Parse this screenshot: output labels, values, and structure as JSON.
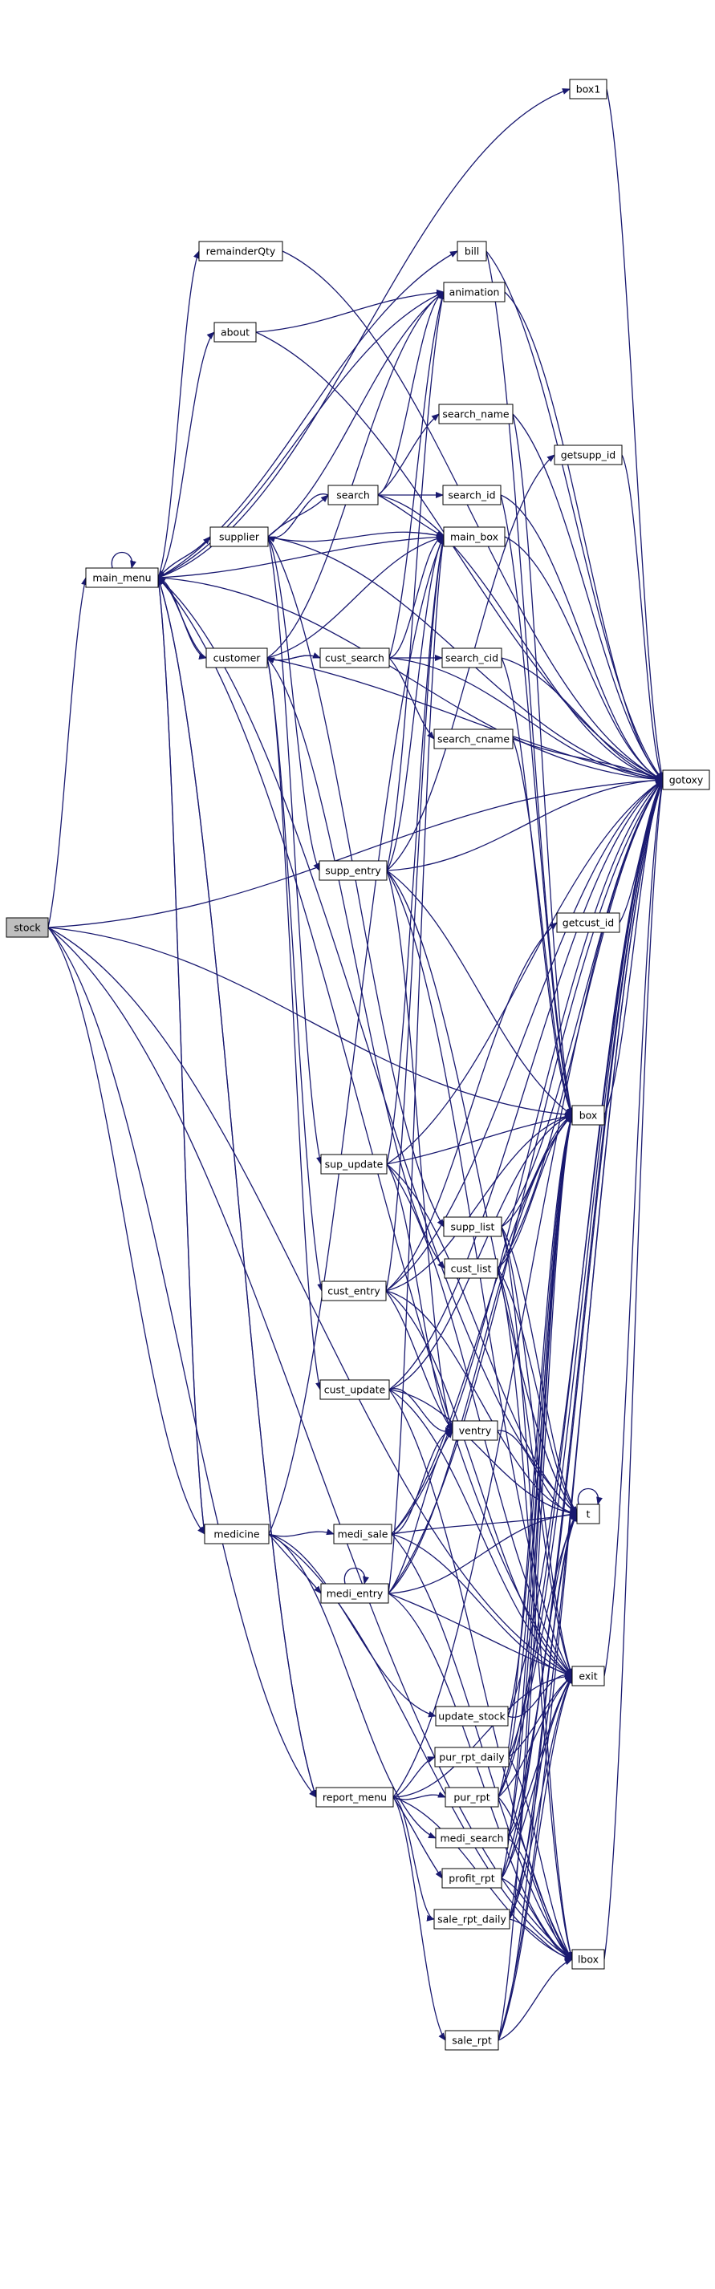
{
  "nodes": {
    "stock": "stock",
    "main_menu": "main_menu",
    "remainderQty": "remainderQty",
    "about": "about",
    "supplier": "supplier",
    "customer": "customer",
    "medicine": "medicine",
    "report_menu": "report_menu",
    "search": "search",
    "cust_search": "cust_search",
    "supp_entry": "supp_entry",
    "sup_update": "sup_update",
    "cust_entry": "cust_entry",
    "cust_update": "cust_update",
    "medi_sale": "medi_sale",
    "medi_entry": "medi_entry",
    "box1": "box1",
    "bill": "bill",
    "animation": "animation",
    "search_name": "search_name",
    "getsupp_id": "getsupp_id",
    "search_id": "search_id",
    "main_box": "main_box",
    "search_cid": "search_cid",
    "search_cname": "search_cname",
    "gotoxy": "gotoxy",
    "getcust_id": "getcust_id",
    "box": "box",
    "supp_list": "supp_list",
    "cust_list": "cust_list",
    "ventry": "ventry",
    "t": "t",
    "exit": "exit",
    "update_stock": "update_stock",
    "pur_rpt_daily": "pur_rpt_daily",
    "pur_rpt": "pur_rpt",
    "medi_search": "medi_search",
    "profit_rpt": "profit_rpt",
    "sale_rpt_daily": "sale_rpt_daily",
    "lbox": "lbox",
    "sale_rpt": "sale_rpt"
  },
  "edges": [
    [
      "stock",
      "main_menu"
    ],
    [
      "stock",
      "box"
    ],
    [
      "stock",
      "exit"
    ],
    [
      "stock",
      "gotoxy"
    ],
    [
      "stock",
      "lbox"
    ],
    [
      "stock",
      "medicine"
    ],
    [
      "stock",
      "report_menu"
    ],
    [
      "main_menu",
      "main_menu"
    ],
    [
      "main_menu",
      "remainderQty"
    ],
    [
      "main_menu",
      "about"
    ],
    [
      "main_menu",
      "supplier"
    ],
    [
      "main_menu",
      "customer"
    ],
    [
      "main_menu",
      "medicine"
    ],
    [
      "main_menu",
      "report_menu"
    ],
    [
      "main_menu",
      "box1"
    ],
    [
      "main_menu",
      "bill"
    ],
    [
      "main_menu",
      "animation"
    ],
    [
      "main_menu",
      "main_box"
    ],
    [
      "main_menu",
      "t"
    ],
    [
      "main_menu",
      "exit"
    ],
    [
      "main_menu",
      "gotoxy"
    ],
    [
      "remainderQty",
      "gotoxy"
    ],
    [
      "about",
      "animation"
    ],
    [
      "about",
      "gotoxy"
    ],
    [
      "supplier",
      "main_menu"
    ],
    [
      "supplier",
      "search"
    ],
    [
      "supplier",
      "supp_entry"
    ],
    [
      "supplier",
      "sup_update"
    ],
    [
      "supplier",
      "supp_list"
    ],
    [
      "supplier",
      "main_box"
    ],
    [
      "supplier",
      "animation"
    ],
    [
      "supplier",
      "gotoxy"
    ],
    [
      "customer",
      "main_menu"
    ],
    [
      "customer",
      "cust_search"
    ],
    [
      "customer",
      "cust_entry"
    ],
    [
      "customer",
      "cust_update"
    ],
    [
      "customer",
      "cust_list"
    ],
    [
      "customer",
      "main_box"
    ],
    [
      "customer",
      "animation"
    ],
    [
      "customer",
      "gotoxy"
    ],
    [
      "search",
      "supplier"
    ],
    [
      "search",
      "search_name"
    ],
    [
      "search",
      "search_id"
    ],
    [
      "search",
      "main_box"
    ],
    [
      "search",
      "animation"
    ],
    [
      "search",
      "gotoxy"
    ],
    [
      "cust_search",
      "customer"
    ],
    [
      "cust_search",
      "search_cid"
    ],
    [
      "cust_search",
      "search_cname"
    ],
    [
      "cust_search",
      "main_box"
    ],
    [
      "cust_search",
      "animation"
    ],
    [
      "cust_search",
      "gotoxy"
    ],
    [
      "search_name",
      "box"
    ],
    [
      "search_name",
      "gotoxy"
    ],
    [
      "search_id",
      "box"
    ],
    [
      "search_id",
      "gotoxy"
    ],
    [
      "search_cid",
      "box"
    ],
    [
      "search_cid",
      "gotoxy"
    ],
    [
      "search_cname",
      "box"
    ],
    [
      "search_cname",
      "gotoxy"
    ],
    [
      "getsupp_id",
      "gotoxy"
    ],
    [
      "getcust_id",
      "gotoxy"
    ],
    [
      "box1",
      "gotoxy"
    ],
    [
      "bill",
      "gotoxy"
    ],
    [
      "bill",
      "box"
    ],
    [
      "animation",
      "gotoxy"
    ],
    [
      "main_box",
      "gotoxy"
    ],
    [
      "box",
      "gotoxy"
    ],
    [
      "supp_entry",
      "getsupp_id"
    ],
    [
      "supp_entry",
      "box"
    ],
    [
      "supp_entry",
      "ventry"
    ],
    [
      "supp_entry",
      "t"
    ],
    [
      "supp_entry",
      "exit"
    ],
    [
      "supp_entry",
      "gotoxy"
    ],
    [
      "supp_entry",
      "main_box"
    ],
    [
      "supp_entry",
      "animation"
    ],
    [
      "sup_update",
      "box"
    ],
    [
      "sup_update",
      "ventry"
    ],
    [
      "sup_update",
      "t"
    ],
    [
      "sup_update",
      "exit"
    ],
    [
      "sup_update",
      "gotoxy"
    ],
    [
      "sup_update",
      "main_box"
    ],
    [
      "supp_list",
      "box"
    ],
    [
      "supp_list",
      "t"
    ],
    [
      "supp_list",
      "exit"
    ],
    [
      "supp_list",
      "gotoxy"
    ],
    [
      "supp_list",
      "lbox"
    ],
    [
      "cust_list",
      "box"
    ],
    [
      "cust_list",
      "t"
    ],
    [
      "cust_list",
      "exit"
    ],
    [
      "cust_list",
      "gotoxy"
    ],
    [
      "cust_list",
      "lbox"
    ],
    [
      "cust_entry",
      "getcust_id"
    ],
    [
      "cust_entry",
      "box"
    ],
    [
      "cust_entry",
      "ventry"
    ],
    [
      "cust_entry",
      "t"
    ],
    [
      "cust_entry",
      "exit"
    ],
    [
      "cust_entry",
      "gotoxy"
    ],
    [
      "cust_entry",
      "main_box"
    ],
    [
      "cust_update",
      "box"
    ],
    [
      "cust_update",
      "ventry"
    ],
    [
      "cust_update",
      "t"
    ],
    [
      "cust_update",
      "exit"
    ],
    [
      "cust_update",
      "gotoxy"
    ],
    [
      "cust_update",
      "lbox"
    ],
    [
      "ventry",
      "t"
    ],
    [
      "t",
      "t"
    ],
    [
      "medicine",
      "main_menu"
    ],
    [
      "medicine",
      "medi_sale"
    ],
    [
      "medicine",
      "medi_entry"
    ],
    [
      "medicine",
      "medi_search"
    ],
    [
      "medicine",
      "update_stock"
    ],
    [
      "medicine",
      "main_box"
    ],
    [
      "medicine",
      "lbox"
    ],
    [
      "medi_sale",
      "ventry"
    ],
    [
      "medi_sale",
      "box"
    ],
    [
      "medi_sale",
      "t"
    ],
    [
      "medi_sale",
      "exit"
    ],
    [
      "medi_sale",
      "gotoxy"
    ],
    [
      "medi_sale",
      "lbox"
    ],
    [
      "medi_entry",
      "medi_entry"
    ],
    [
      "medi_entry",
      "ventry"
    ],
    [
      "medi_entry",
      "box"
    ],
    [
      "medi_entry",
      "t"
    ],
    [
      "medi_entry",
      "exit"
    ],
    [
      "medi_entry",
      "gotoxy"
    ],
    [
      "medi_entry",
      "lbox"
    ],
    [
      "medi_entry",
      "main_box"
    ],
    [
      "update_stock",
      "box"
    ],
    [
      "update_stock",
      "exit"
    ],
    [
      "update_stock",
      "gotoxy"
    ],
    [
      "report_menu",
      "main_menu"
    ],
    [
      "report_menu",
      "pur_rpt_daily"
    ],
    [
      "report_menu",
      "pur_rpt"
    ],
    [
      "report_menu",
      "profit_rpt"
    ],
    [
      "report_menu",
      "sale_rpt_daily"
    ],
    [
      "report_menu",
      "sale_rpt"
    ],
    [
      "report_menu",
      "lbox"
    ],
    [
      "report_menu",
      "gotoxy"
    ],
    [
      "report_menu",
      "exit"
    ],
    [
      "pur_rpt_daily",
      "box"
    ],
    [
      "pur_rpt_daily",
      "exit"
    ],
    [
      "pur_rpt_daily",
      "gotoxy"
    ],
    [
      "pur_rpt_daily",
      "lbox"
    ],
    [
      "pur_rpt",
      "box"
    ],
    [
      "pur_rpt",
      "t"
    ],
    [
      "pur_rpt",
      "exit"
    ],
    [
      "pur_rpt",
      "gotoxy"
    ],
    [
      "pur_rpt",
      "lbox"
    ],
    [
      "medi_search",
      "box"
    ],
    [
      "medi_search",
      "exit"
    ],
    [
      "medi_search",
      "gotoxy"
    ],
    [
      "medi_search",
      "lbox"
    ],
    [
      "profit_rpt",
      "box"
    ],
    [
      "profit_rpt",
      "t"
    ],
    [
      "profit_rpt",
      "exit"
    ],
    [
      "profit_rpt",
      "gotoxy"
    ],
    [
      "profit_rpt",
      "lbox"
    ],
    [
      "sale_rpt_daily",
      "box"
    ],
    [
      "sale_rpt_daily",
      "t"
    ],
    [
      "sale_rpt_daily",
      "exit"
    ],
    [
      "sale_rpt_daily",
      "gotoxy"
    ],
    [
      "sale_rpt_daily",
      "lbox"
    ],
    [
      "sale_rpt",
      "box"
    ],
    [
      "sale_rpt",
      "t"
    ],
    [
      "sale_rpt",
      "exit"
    ],
    [
      "sale_rpt",
      "gotoxy"
    ],
    [
      "sale_rpt",
      "lbox"
    ],
    [
      "lbox",
      "gotoxy"
    ],
    [
      "exit",
      "gotoxy"
    ]
  ]
}
